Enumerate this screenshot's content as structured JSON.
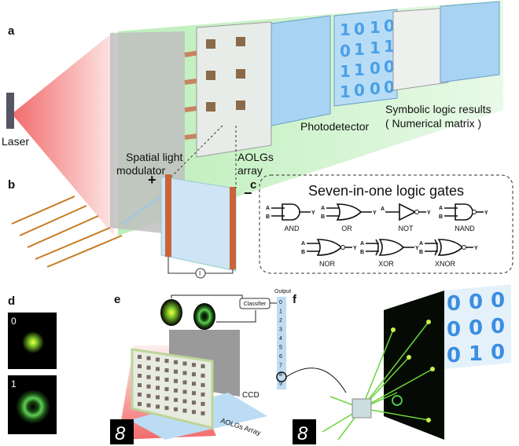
{
  "panels": {
    "a": "a",
    "b": "b",
    "c": "c",
    "d": "d",
    "e": "e",
    "f": "f"
  },
  "panel_a": {
    "laser": "Laser",
    "slm_line1": "Spatial light",
    "slm_line2": "modulator",
    "aolgs_line1": "AOLGs",
    "aolgs_line2": "array",
    "photodetector": "Photodetector",
    "results_line1": "Symbolic logic results",
    "results_line2": "( Numerical matrix )",
    "matrix": [
      [
        "1",
        "0",
        "1",
        "0"
      ],
      [
        "0",
        "1",
        "1",
        "1"
      ],
      [
        "1",
        "1",
        "0",
        "0"
      ],
      [
        "1",
        "0",
        "0",
        "0"
      ]
    ]
  },
  "panel_b": {
    "plus": "+",
    "minus": "−",
    "current": "I"
  },
  "panel_c": {
    "title": "Seven-in-one logic gates",
    "input_a": "A",
    "input_b": "B",
    "output": "Y",
    "gates": [
      "AND",
      "OR",
      "NOT",
      "NAND",
      "NOR",
      "XOR",
      "XNOR"
    ]
  },
  "panel_d": {
    "states": [
      "0",
      "1"
    ]
  },
  "panel_e": {
    "classifier": "Classifier",
    "output_label": "Output",
    "outputs": [
      "0",
      "1",
      "2",
      "3",
      "4",
      "5",
      "6",
      "7",
      "8",
      "9"
    ],
    "selected_output": "8",
    "ccd": "CCD",
    "array": "AOLGs Array"
  },
  "panel_f": {
    "matrix": [
      [
        "0",
        "0",
        "0"
      ],
      [
        "0",
        "0",
        "0"
      ],
      [
        "0",
        "1",
        "0"
      ]
    ]
  },
  "colors": {
    "laser_red": "#f05a5a",
    "beam_green": "#8fe38a",
    "digit_blue": "#3b8ee0",
    "panel_blue": "#a9d3f2"
  }
}
